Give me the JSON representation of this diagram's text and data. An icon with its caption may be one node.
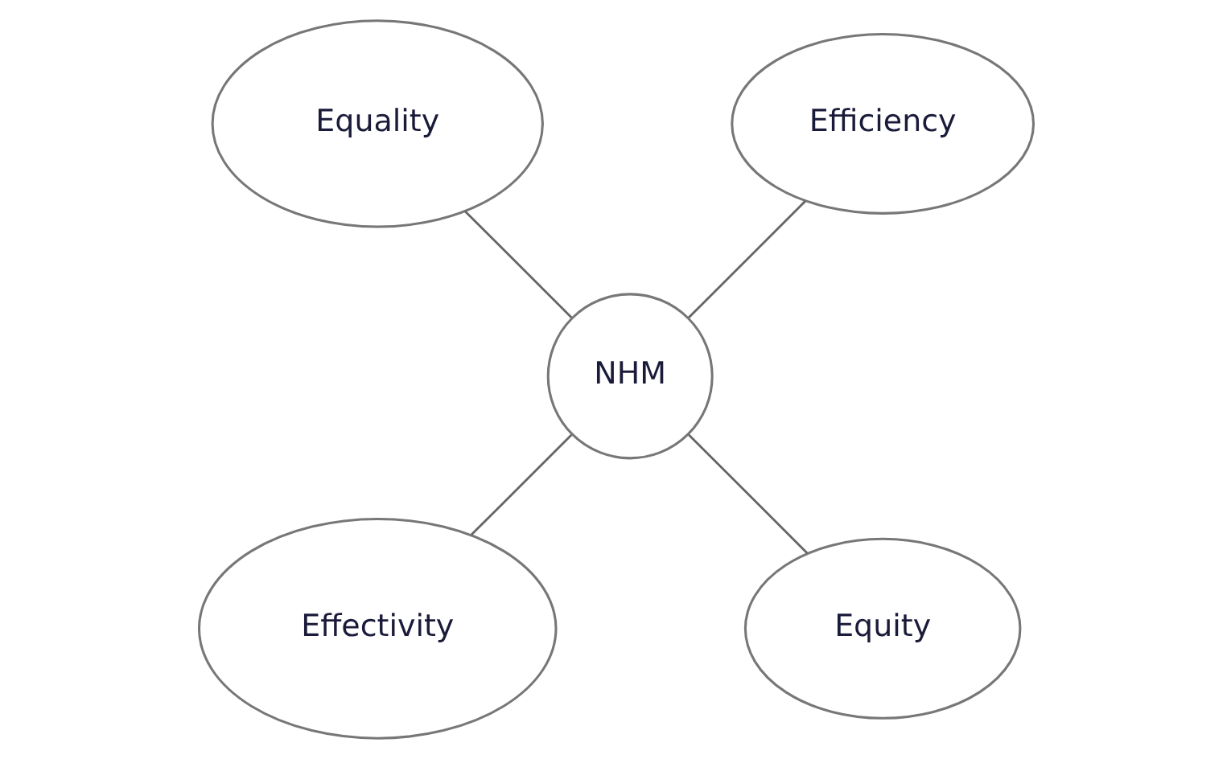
{
  "diagram": {
    "nodes": [
      {
        "text": [
          "Efficiency"
        ]
      },
      {
        "text": [
          "Equality"
        ]
      },
      {
        "text": [
          "NHM"
        ]
      },
      {
        "text": [
          "Effectivity"
        ]
      },
      {
        "text": [
          "Equity"
        ]
      }
    ],
    "edges": [
      {
        "from": 2,
        "to": 0,
        "arrow": "none"
      },
      {
        "from": 2,
        "to": 1,
        "arrow": "none"
      },
      {
        "from": 2,
        "to": 3,
        "arrow": "none"
      },
      {
        "from": 2,
        "to": 4,
        "arrow": "none"
      }
    ]
  }
}
